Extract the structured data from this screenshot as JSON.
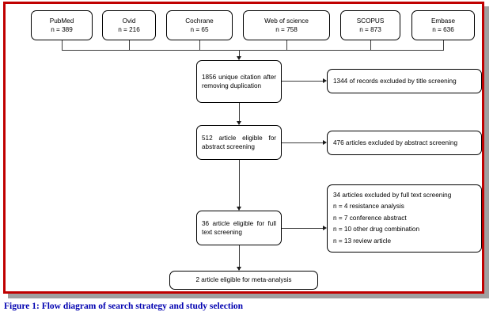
{
  "figure": {
    "caption": "Figure 1:  Flow diagram of search strategy and study selection",
    "frame_border_color": "#c00000",
    "caption_color": "#0000b0",
    "shadow_color": "#a0a0a0",
    "box_border_color": "#000000",
    "connector_color": "#3c3c3c"
  },
  "sources": [
    {
      "name": "PubMed",
      "count": "n = 389"
    },
    {
      "name": "Ovid",
      "count": "n = 216"
    },
    {
      "name": "Cochrane",
      "count": "n = 65"
    },
    {
      "name": "Web of science",
      "count": "n = 758"
    },
    {
      "name": "SCOPUS",
      "count": "n = 873"
    },
    {
      "name": "Embase",
      "count": "n = 636"
    }
  ],
  "stages": {
    "dedup": "1856 unique citation after removing duplication",
    "abstract": "512 article eligible for abstract screening",
    "fulltext": "36 article eligible for full text screening",
    "final": "2 article eligible for meta-analysis"
  },
  "exclusions": {
    "title": "1344 of records excluded by title screening",
    "abstract": "476 articles excluded by abstract screening",
    "fulltext": {
      "header": "34 articles excluded by full text screening",
      "reasons": [
        "n = 4 resistance analysis",
        "n = 7 conference abstract",
        "n = 10 other drug combination",
        "n = 13 review article"
      ]
    }
  }
}
